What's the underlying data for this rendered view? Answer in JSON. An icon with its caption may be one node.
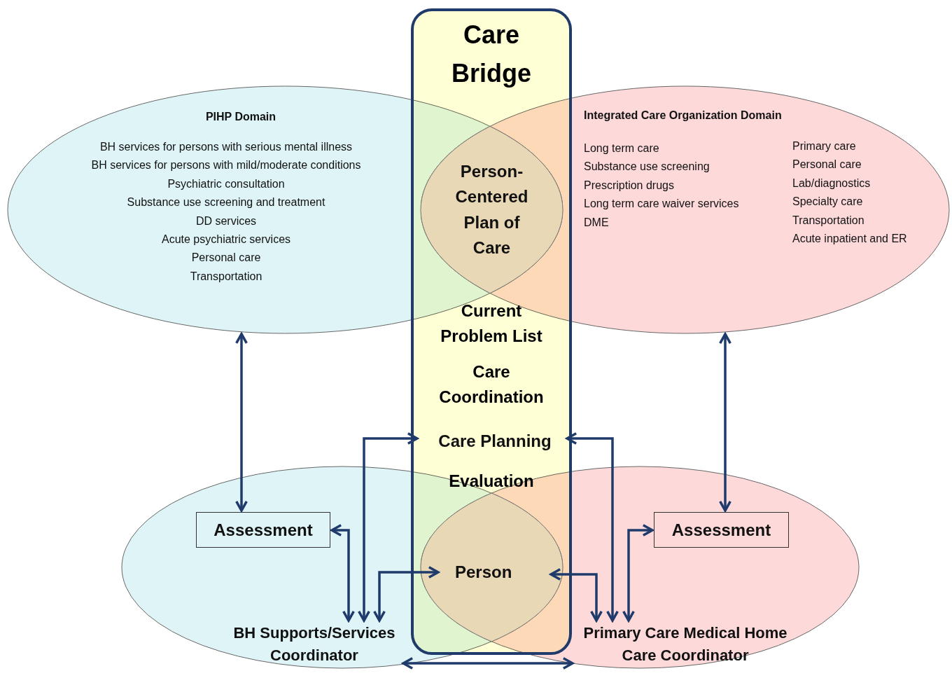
{
  "diagram": {
    "nodes": [
      {
        "text": [
          "Care Bridge",
          "Current Problem List",
          "Care Coordination",
          "Evaluation"
        ]
      },
      {
        "text": [
          "PIHP Domain",
          "BH services for persons with serious mental illness",
          "BH services for persons with mild/moderate conditions",
          "Psychiatric consultation",
          "Substance use screening and treatment",
          "DD services",
          "Acute psychiatric services",
          "Personal care",
          "Transportation"
        ]
      },
      {
        "text": [
          "Integrated Care Organization Domain",
          "Long term care",
          "Substance use screening",
          "Prescription drugs",
          "Long term care waiver services",
          "DME",
          "Primary care",
          "Personal care",
          "Lab/diagnostics",
          "Specialty care",
          "Transportation",
          "Acute inpatient and ER"
        ]
      },
      {
        "text": [
          "Person-Centered Plan of Care"
        ]
      },
      {
        "text": [],
        "shape": "ellipse"
      },
      {
        "text": [
          "Assessment"
        ],
        "in": 4
      },
      {
        "text": [
          "BH Supports/Services Coordinator"
        ],
        "in": 4
      },
      {
        "text": [],
        "shape": "lens"
      },
      {
        "text": [
          "Person"
        ],
        "in": 7
      },
      {
        "text": [],
        "shape": "ellipse"
      },
      {
        "text": [
          "Assessment"
        ],
        "in": 9
      },
      {
        "text": [
          "Primary Care Medical Home Care Coordinator"
        ],
        "in": 9
      },
      {
        "text": [
          "Care Planning"
        ],
        "in": 0
      }
    ],
    "edges": [
      {
        "from": 1,
        "to": 5,
        "arrow": "both"
      },
      {
        "from": 2,
        "to": 10,
        "arrow": "both"
      },
      {
        "from": 5,
        "to": 6,
        "arrow": "both"
      },
      {
        "from": 6,
        "to": 12,
        "arrow": "both"
      },
      {
        "from": 6,
        "to": 8,
        "arrow": "both"
      },
      {
        "from": 11,
        "to": 8,
        "arrow": "both"
      },
      {
        "from": 11,
        "to": 12,
        "arrow": "both"
      },
      {
        "from": 11,
        "to": 10,
        "arrow": "both"
      },
      {
        "from": 6,
        "to": 11,
        "arrow": "both"
      }
    ]
  }
}
